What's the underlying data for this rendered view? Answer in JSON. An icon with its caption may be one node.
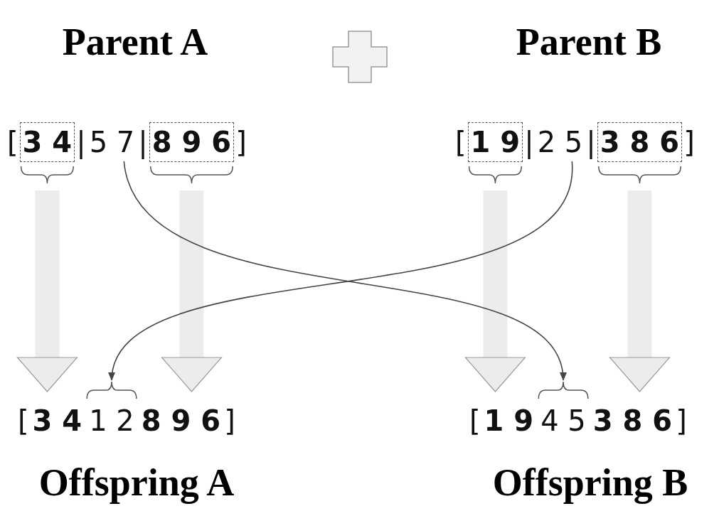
{
  "diagram": {
    "nodes": [
      {
        "text": [
          "3 4"
        ]
      },
      {
        "text": [
          "5 7"
        ]
      },
      {
        "text": [
          "8 9 6"
        ]
      },
      {
        "text": [
          "1 9"
        ]
      },
      {
        "text": [
          "2 5"
        ]
      },
      {
        "text": [
          "3 8 6"
        ]
      },
      {
        "text": [
          "3 4"
        ]
      },
      {
        "text": [
          "1 2"
        ]
      },
      {
        "text": [
          "8 9 6"
        ]
      },
      {
        "text": [
          "1 9"
        ]
      },
      {
        "text": [
          "4 5"
        ]
      },
      {
        "text": [
          "3 8 6"
        ]
      }
    ],
    "edges": [
      {
        "from": 0,
        "to": 6,
        "arrow": "to"
      },
      {
        "from": 2,
        "to": 8,
        "arrow": "to"
      },
      {
        "from": 3,
        "to": 9,
        "arrow": "to"
      },
      {
        "from": 5,
        "to": 11,
        "arrow": "to"
      },
      {
        "from": 1,
        "to": 10,
        "arrow": "to",
        "color": "#444444"
      },
      {
        "from": 4,
        "to": 7,
        "arrow": "to",
        "color": "#444444"
      }
    ],
    "labels": [
      "Parent A",
      "Parent B",
      "[",
      "|",
      "|",
      "]",
      "[",
      "|",
      "|",
      "]",
      "[",
      "]",
      "[",
      "]",
      "Offspring A",
      "Offspring B"
    ]
  }
}
